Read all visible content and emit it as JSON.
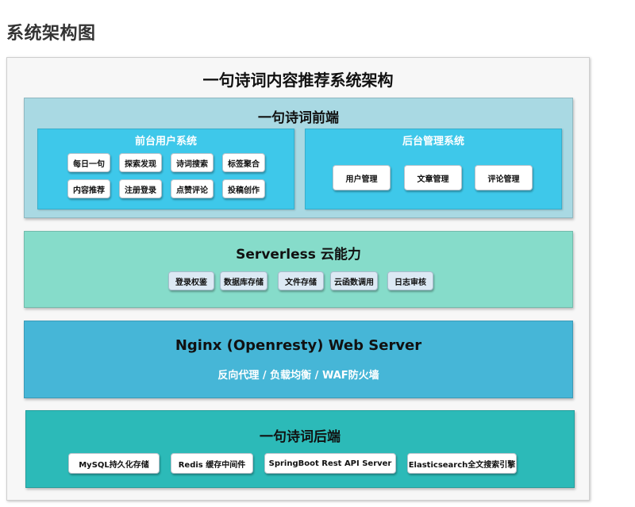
{
  "page_heading": "系统架构图",
  "diagram": {
    "title": "一句诗词内容推荐系统架构",
    "frontend": {
      "title": "一句诗词前端",
      "user_system": {
        "title": "前台用户系统",
        "items": [
          "每日一句",
          "探索发现",
          "诗词搜索",
          "标签聚合",
          "内容推荐",
          "注册登录",
          "点赞评论",
          "投稿创作"
        ]
      },
      "admin_system": {
        "title": "后台管理系统",
        "items": [
          "用户管理",
          "文章管理",
          "评论管理"
        ]
      }
    },
    "serverless": {
      "title": "Serverless 云能力",
      "items": [
        "登录权鉴",
        "数据库存储",
        "文件存储",
        "云函数调用",
        "日志审核"
      ]
    },
    "nginx": {
      "title": "Nginx (Openresty) Web Server",
      "subtitle": "反向代理 / 负载均衡 / WAF防火墙"
    },
    "backend": {
      "title": "一句诗词后端",
      "items": [
        "MySQL持久化存储",
        "Redis 缓存中间件",
        "SpringBoot Rest API Server",
        "Elasticsearch全文搜索引擎"
      ]
    }
  }
}
